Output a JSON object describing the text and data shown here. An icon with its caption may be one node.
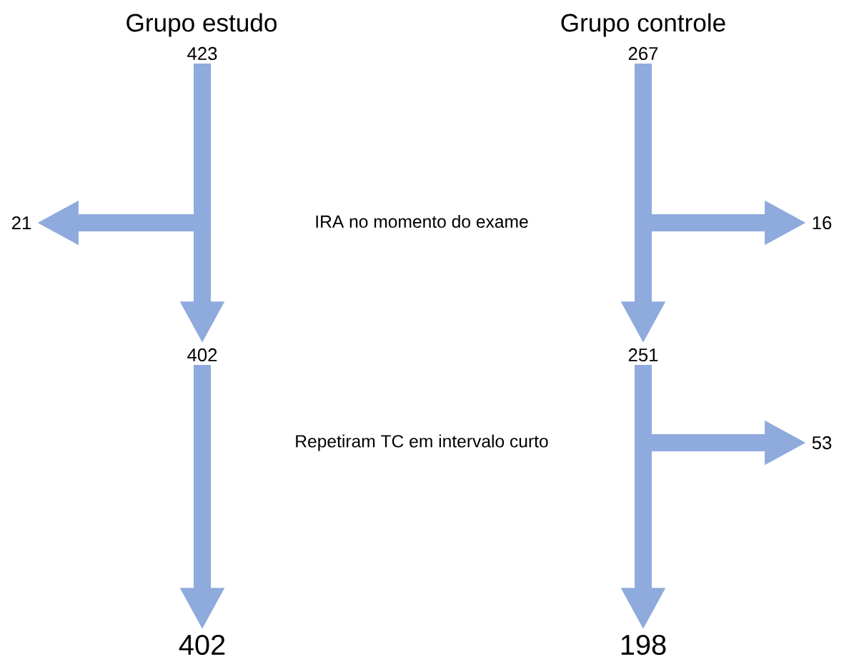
{
  "diagram": {
    "nodes": [
      {
        "text": [
          "423"
        ]
      },
      {
        "text": [
          "21"
        ]
      },
      {
        "text": [
          "402"
        ]
      },
      {
        "text": [
          "402"
        ]
      },
      {
        "text": [
          "267"
        ]
      },
      {
        "text": [
          "16"
        ]
      },
      {
        "text": [
          "251"
        ]
      },
      {
        "text": [
          "53"
        ]
      },
      {
        "text": [
          "198"
        ]
      }
    ],
    "edges": [
      {
        "from": 0,
        "to": 2,
        "arrow": "to"
      },
      {
        "from": 0,
        "to": 1,
        "arrow": "to"
      },
      {
        "from": 2,
        "to": 3,
        "arrow": "to"
      },
      {
        "from": 4,
        "to": 6,
        "arrow": "to"
      },
      {
        "from": 4,
        "to": 5,
        "arrow": "to"
      },
      {
        "from": 6,
        "to": 8,
        "arrow": "to"
      },
      {
        "from": 6,
        "to": 7,
        "arrow": "to"
      }
    ],
    "labels": [
      "Grupo estudo",
      "Grupo controle",
      "IRA no momento do exame",
      "Repetiram TC em intervalo curto"
    ]
  }
}
